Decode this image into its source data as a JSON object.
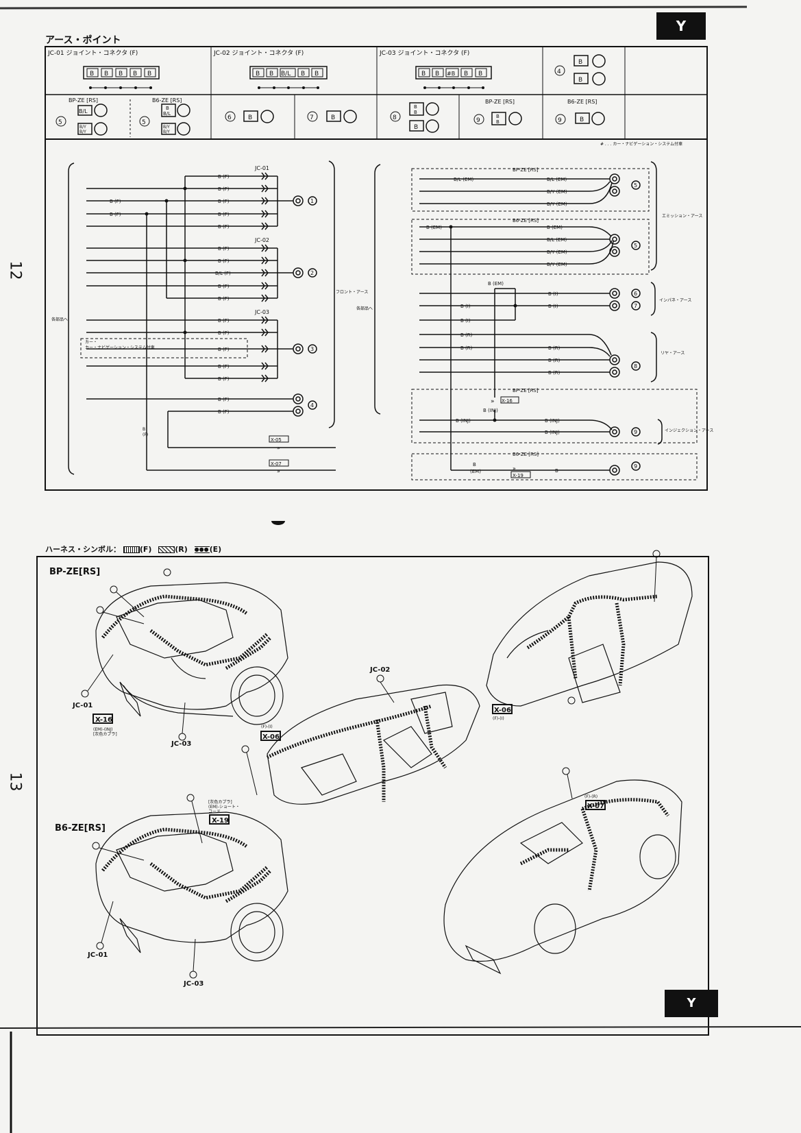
{
  "header": {
    "section_tab": "Y",
    "title": "アース・ポイント",
    "page_top": "12",
    "page_bottom": "13",
    "bottom_tab": "Y"
  },
  "connectors": {
    "jc01": {
      "label": "JC-01 ジョイント・コネクタ (F)",
      "pins": [
        "B",
        "B",
        "B",
        "B",
        "B"
      ]
    },
    "jc02": {
      "label": "JC-02 ジョイント・コネクタ (F)",
      "pins": [
        "B",
        "B",
        "B/L",
        "B",
        "B"
      ]
    },
    "jc03": {
      "label": "JC-03 ジョイント・コネクタ (F)",
      "pins": [
        "B",
        "B",
        "#B",
        "B",
        "B"
      ]
    },
    "bpze": "BP-ZE [RS]",
    "b6ze": "B6-ZE [RS]",
    "footnote": "# . . . カー・ナビゲーション・システム付車"
  },
  "wiring": {
    "wire_bf": "B (F)",
    "wire_blf": "B/L (F)",
    "jc01": "JC-01",
    "jc02": "JC-02",
    "jc03": "JC-03",
    "to_each": "各部品へ",
    "navi_note": "カー・ナビゲーション・システム付車",
    "front_earth": "フロント・アース",
    "to_each_right": "各部品へ",
    "bl_em": "B/L (EM)",
    "by_em": "B/Y (EM)",
    "b_em": "B (EM)",
    "b_i": "B (I)",
    "b_r": "B (R)",
    "b_inj": "B (INJ)",
    "b": "B",
    "em": "(EM)",
    "emission_earth": "エミッション・アース",
    "inpane_earth": "インパネ・アース",
    "rear_earth": "リヤ・アース",
    "injection_earth": "インジェクション・アース",
    "x05": "X-05",
    "x07": "X-07",
    "x16": "X-16",
    "x19": "X-19"
  },
  "harness": {
    "legend": "ハーネス・シンボル：",
    "legend_f": "(F)",
    "legend_r": "(R)",
    "legend_e": "(E)",
    "bpze": "BP-ZE[RS]",
    "b6ze": "B6-ZE[RS]",
    "jc01": "JC-01",
    "jc02": "JC-02",
    "jc03": "JC-03",
    "x16": "X-16",
    "x16_note": "(EM)-(INJ)\n[灰色カプラ]",
    "x06": "X-06",
    "x06_note": "(F)-(I)",
    "x07": "X-07",
    "x07_note": "(F)-(R)",
    "x19": "X-19",
    "x19_note": "[灰色カプラ]\n(EM)-ショート・\nコード"
  }
}
